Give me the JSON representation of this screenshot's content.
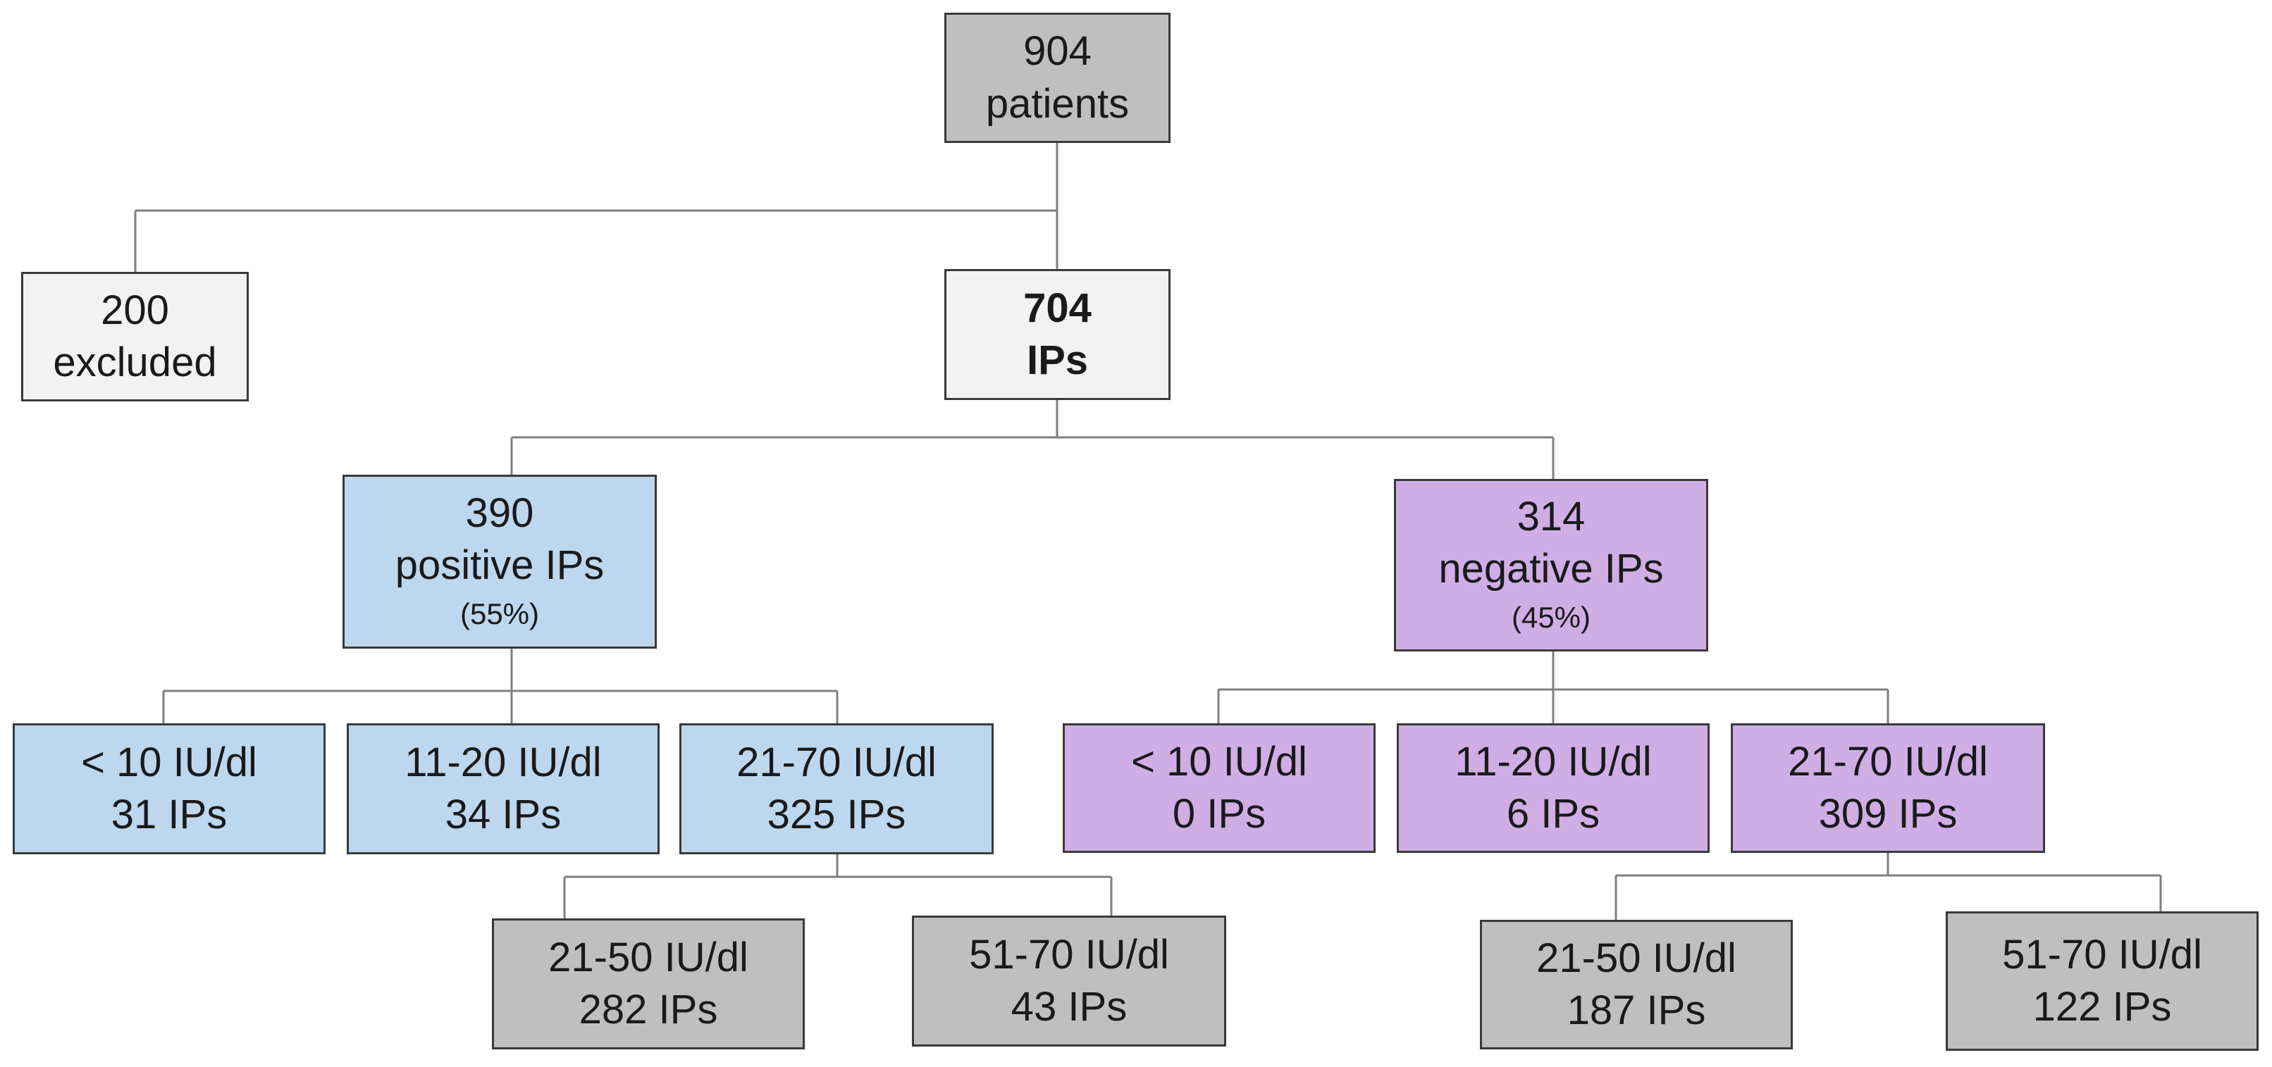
{
  "boxes": {
    "root": {
      "value": "904",
      "label": "patients"
    },
    "excluded": {
      "value": "200",
      "label": "excluded"
    },
    "total_ips": {
      "value": "704",
      "label": "IPs"
    },
    "positive": {
      "value": "390",
      "label": "positive IPs",
      "pct": "(55%)"
    },
    "negative": {
      "value": "314",
      "label": "negative IPs",
      "pct": "(45%)"
    },
    "pos_lt10": {
      "range": "< 10 IU/dl",
      "count": "31 IPs"
    },
    "pos_11_20": {
      "range": "11-20 IU/dl",
      "count": "34 IPs"
    },
    "pos_21_70": {
      "range": "21-70 IU/dl",
      "count": "325 IPs"
    },
    "neg_lt10": {
      "range": "< 10 IU/dl",
      "count": "0 IPs"
    },
    "neg_11_20": {
      "range": "11-20 IU/dl",
      "count": "6 IPs"
    },
    "neg_21_70": {
      "range": "21-70 IU/dl",
      "count": "309 IPs"
    },
    "pos_21_50": {
      "range": "21-50 IU/dl",
      "count": "282 IPs"
    },
    "pos_51_70": {
      "range": "51-70 IU/dl",
      "count": "43 IPs"
    },
    "neg_21_50": {
      "range": "21-50 IU/dl",
      "count": "187 IPs"
    },
    "neg_51_70": {
      "range": "51-70 IU/dl",
      "count": "122 IPs"
    }
  },
  "colors": {
    "gray": "#bfbfbf",
    "light": "#f2f2f2",
    "blue": "#bdd7ee",
    "purple": "#cfaee6",
    "border": "#3a3a3a",
    "connector": "#7f7f7f"
  }
}
